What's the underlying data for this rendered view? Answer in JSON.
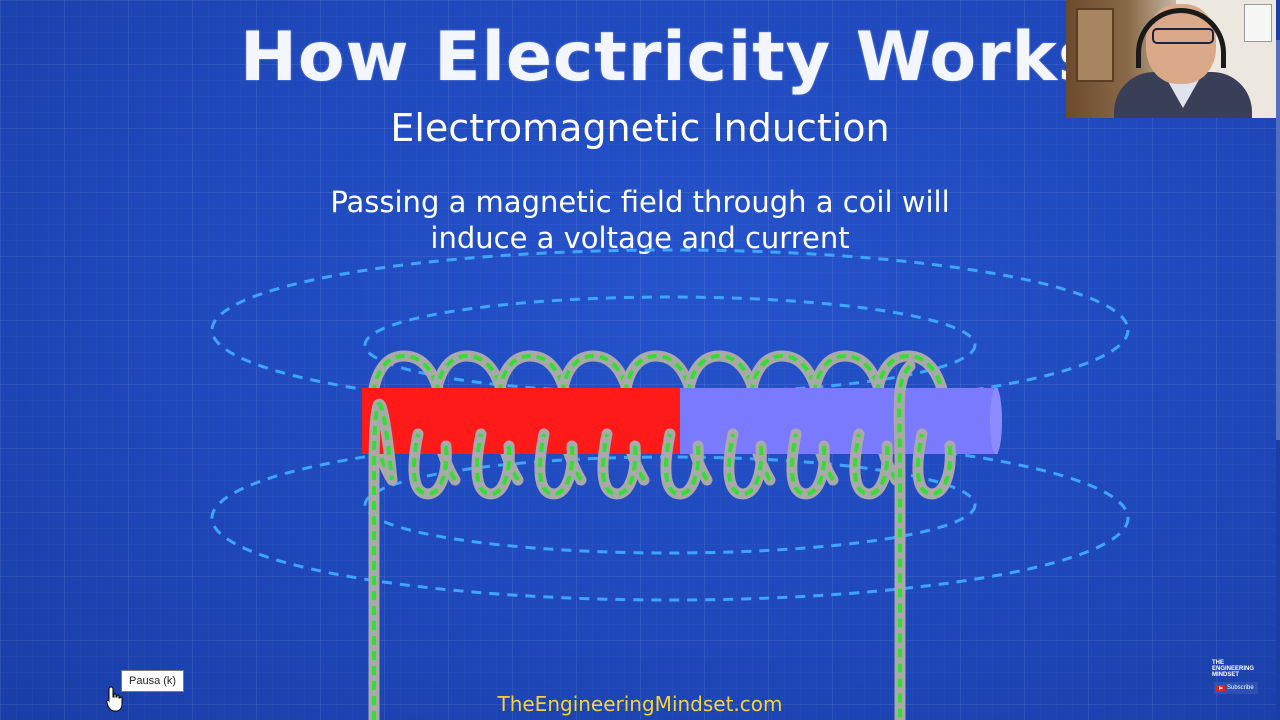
{
  "video": {
    "title": "How Electricity Works",
    "subtitle": "Electromagnetic Induction",
    "caption_line1": "Passing a magnetic field through a coil will",
    "caption_line2": "induce a voltage and current",
    "footer_url": "TheEngineeringMindset.com"
  },
  "diagram": {
    "magnet_north_color": "#ff1a1a",
    "magnet_south_color": "#7a7aff",
    "coil_color": "#a9a9a9",
    "current_color": "#33dd33",
    "field_line_color": "#3fa6ff",
    "coil_turns": 9
  },
  "player": {
    "tooltip": "Pausa (k)"
  },
  "branding": {
    "logo_line1": "THE",
    "logo_line2": "ENGINEERING",
    "logo_line3": "MINDSET",
    "subscribe_label": "Subscribe"
  },
  "colors": {
    "background": "#1d45b8",
    "url_text": "#f5d23a"
  }
}
